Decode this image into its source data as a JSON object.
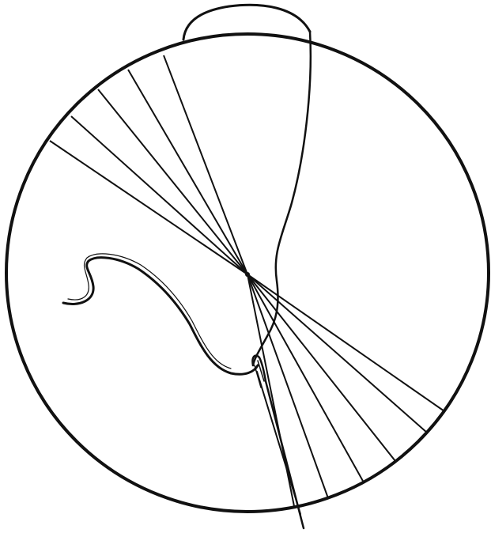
{
  "figure": {
    "colors": {
      "background": "#ffffff",
      "ink": "#111111"
    },
    "parts": [
      "hoop-outer-circle",
      "fabric-tab",
      "radiating-stitch-lines",
      "loose-thread",
      "needle"
    ],
    "stitch_lines_upper_count": 5,
    "stitch_lines_lower_count": 6
  }
}
